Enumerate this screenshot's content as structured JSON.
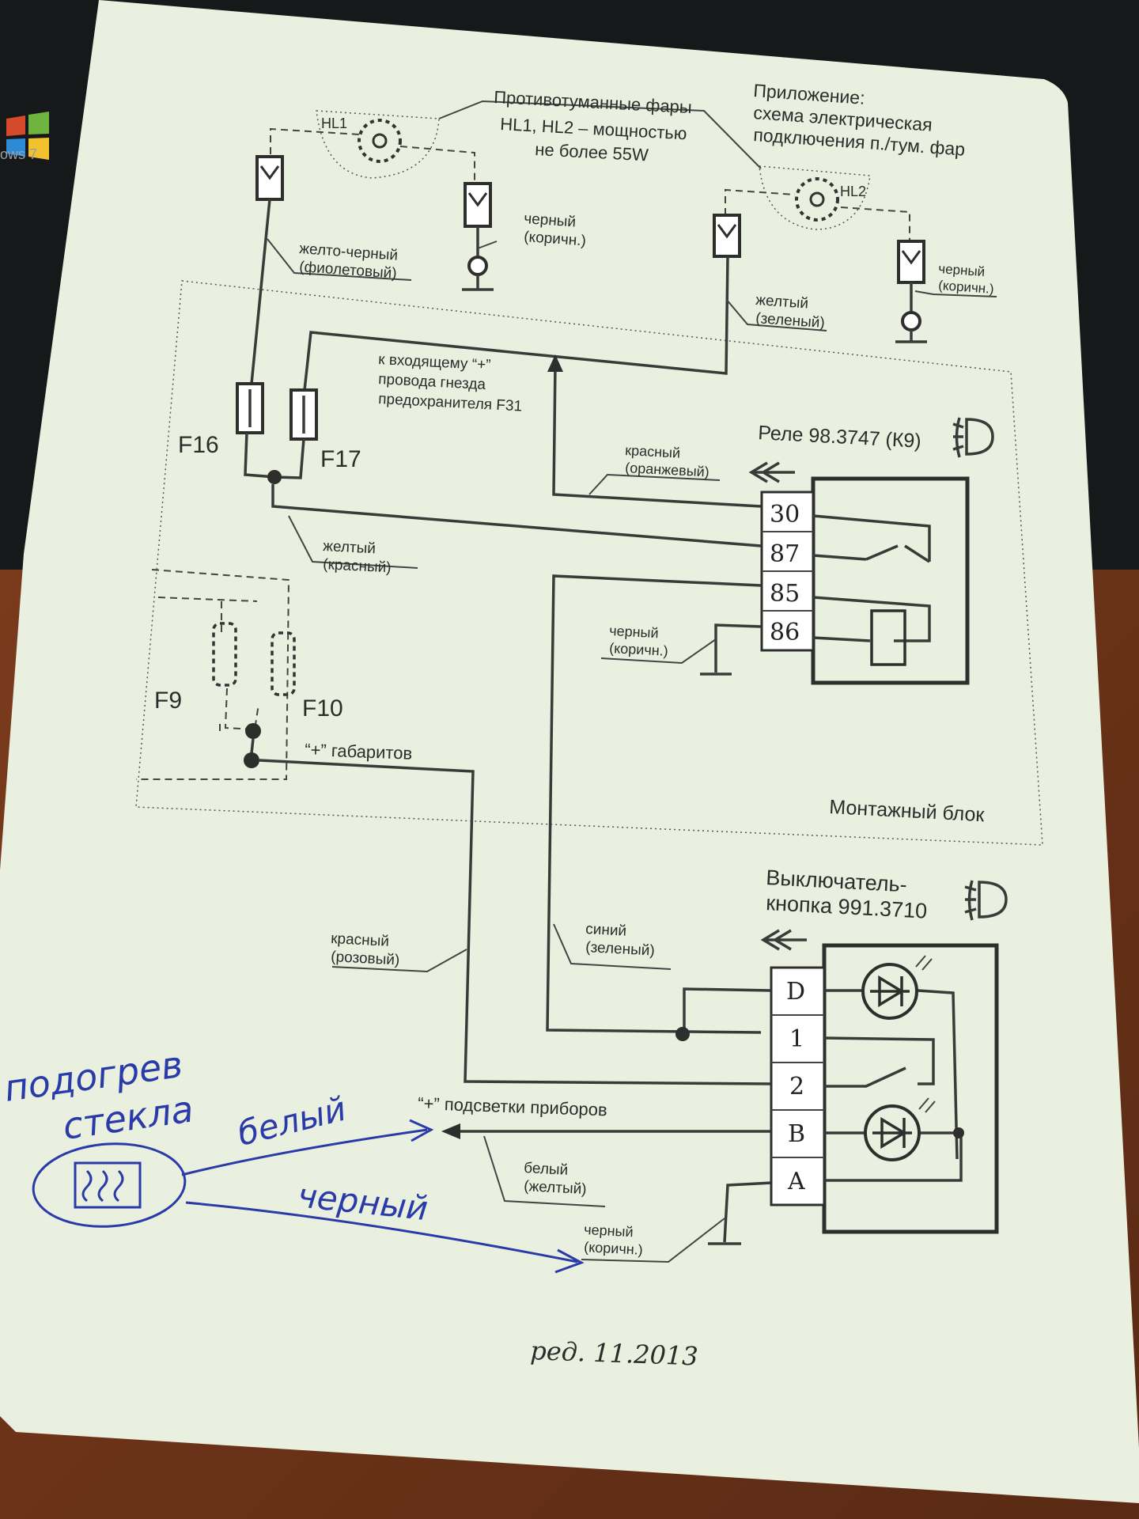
{
  "fog_lights": {
    "title": "Противотуманные фары",
    "note_line1": "HL1, HL2 – мощностью",
    "note_line2": "не более 55W",
    "hl1": "HL1",
    "hl2": "HL2"
  },
  "appendix": {
    "line1": "Приложение:",
    "line2": "схема электрическая",
    "line3": "подключения п./тум. фар"
  },
  "wires": {
    "yellow_black_1": "желто-черный",
    "yellow_black_2": "(фиолетовый)",
    "black1_1": "черный",
    "black1_2": "(коричн.)",
    "yellow_1": "желтый",
    "yellow_2": "(зеленый)",
    "black2_1": "черный",
    "black2_2": "(коричн.)",
    "red_orange_1": "красный",
    "red_orange_2": "(оранжевый)",
    "yellow_red_1": "желтый",
    "yellow_red_2": "(красный)",
    "black3_1": "черный",
    "black3_2": "(коричн.)",
    "red_pink_1": "красный",
    "red_pink_2": "(розовый)",
    "blue_green_1": "синий",
    "blue_green_2": "(зеленый)",
    "white_yellow_1": "белый",
    "white_yellow_2": "(желтый)",
    "black4_1": "черный",
    "black4_2": "(коричн.)"
  },
  "feed_note": {
    "line1": "к  входящему “+”",
    "line2": "провода гнезда",
    "line3": "предохранителя F31"
  },
  "fuses": {
    "f16": "F16",
    "f17": "F17",
    "f9": "F9",
    "f10": "F10"
  },
  "relay": {
    "title": "Реле 98.3747 (К9)",
    "pins": [
      "30",
      "87",
      "85",
      "86"
    ]
  },
  "mount_block": "Монтажный блок",
  "parking_plus": "“+” габаритов",
  "switch": {
    "title_line1": "Выключатель-",
    "title_line2": "кнопка 991.3710",
    "pins": [
      "D",
      "1",
      "2",
      "B",
      "A"
    ]
  },
  "backlight_plus": "“+” подсветки приборов",
  "edition": "ред.  11.2013",
  "handwritten": {
    "line1": "подогрев",
    "line2": "стекла",
    "white": "белый",
    "black": "черный"
  },
  "os_label": "ows 7",
  "colors": {
    "paper": "#e9f0df",
    "ink": "#2e2f2c",
    "pen": "#2a3aa8"
  }
}
